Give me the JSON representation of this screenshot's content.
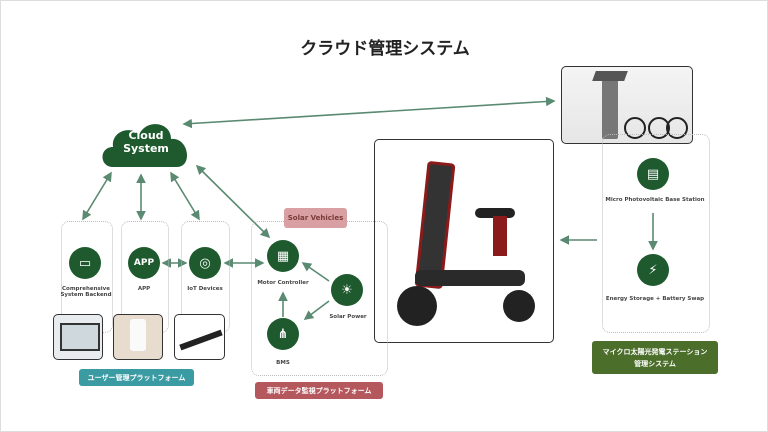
{
  "title": "クラウド管理システム",
  "cloud": {
    "label_line1": "Cloud",
    "label_line2": "System"
  },
  "user_platform": {
    "label": "ユーザー管理プラットフォーム",
    "items": [
      {
        "label": "Comprehensive System Backend",
        "icon": "monitor-icon"
      },
      {
        "label": "APP",
        "icon": "app-icon"
      },
      {
        "label": "IoT Devices",
        "icon": "iot-icon"
      }
    ]
  },
  "vehicle_platform": {
    "label": "車両データ監視プラットフォーム",
    "header": "Solar Vehicles",
    "items": {
      "motor": "Motor Controller",
      "solar": "Solar Power",
      "bms": "BMS"
    }
  },
  "station_platform": {
    "label_line1": "マイクロ太陽光発電ステーション",
    "label_line2": "管理システム",
    "items": {
      "pv": "Micro Photovoltaic Base Station",
      "storage": "Energy Storage + Battery Swap"
    }
  },
  "colors": {
    "green": "#1e5a2e",
    "teal": "#3a9ba3",
    "red": "#b5585e",
    "olive": "#4b6e2a",
    "pink": "#d9a0a3",
    "arrow": "#5a8a72"
  }
}
